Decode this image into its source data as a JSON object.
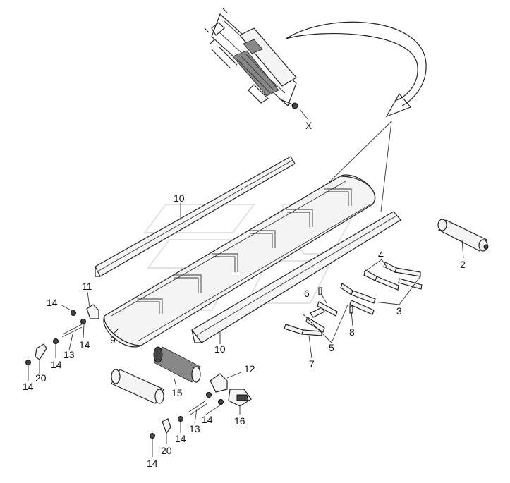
{
  "top_view_label": "X",
  "callouts": [
    {
      "id": "label-10-top",
      "text": "10"
    },
    {
      "id": "label-11",
      "text": "11"
    },
    {
      "id": "label-14-a",
      "text": "14"
    },
    {
      "id": "label-13-a",
      "text": "13"
    },
    {
      "id": "label-14-b",
      "text": "14"
    },
    {
      "id": "label-14-c",
      "text": "14"
    },
    {
      "id": "label-20-a",
      "text": "20"
    },
    {
      "id": "label-14-d",
      "text": "14"
    },
    {
      "id": "label-9",
      "text": "9"
    },
    {
      "id": "label-15",
      "text": "15"
    },
    {
      "id": "label-12",
      "text": "12"
    },
    {
      "id": "label-16",
      "text": "16"
    },
    {
      "id": "label-14-e",
      "text": "14"
    },
    {
      "id": "label-13-b",
      "text": "13"
    },
    {
      "id": "label-14-f",
      "text": "14"
    },
    {
      "id": "label-20-b",
      "text": "20"
    },
    {
      "id": "label-14-g",
      "text": "14"
    },
    {
      "id": "label-10-bottom",
      "text": "10"
    },
    {
      "id": "label-2",
      "text": "2"
    },
    {
      "id": "label-4",
      "text": "4"
    },
    {
      "id": "label-3",
      "text": "3"
    },
    {
      "id": "label-6",
      "text": "6"
    },
    {
      "id": "label-8",
      "text": "8"
    },
    {
      "id": "label-5",
      "text": "5"
    },
    {
      "id": "label-7",
      "text": "7"
    }
  ]
}
